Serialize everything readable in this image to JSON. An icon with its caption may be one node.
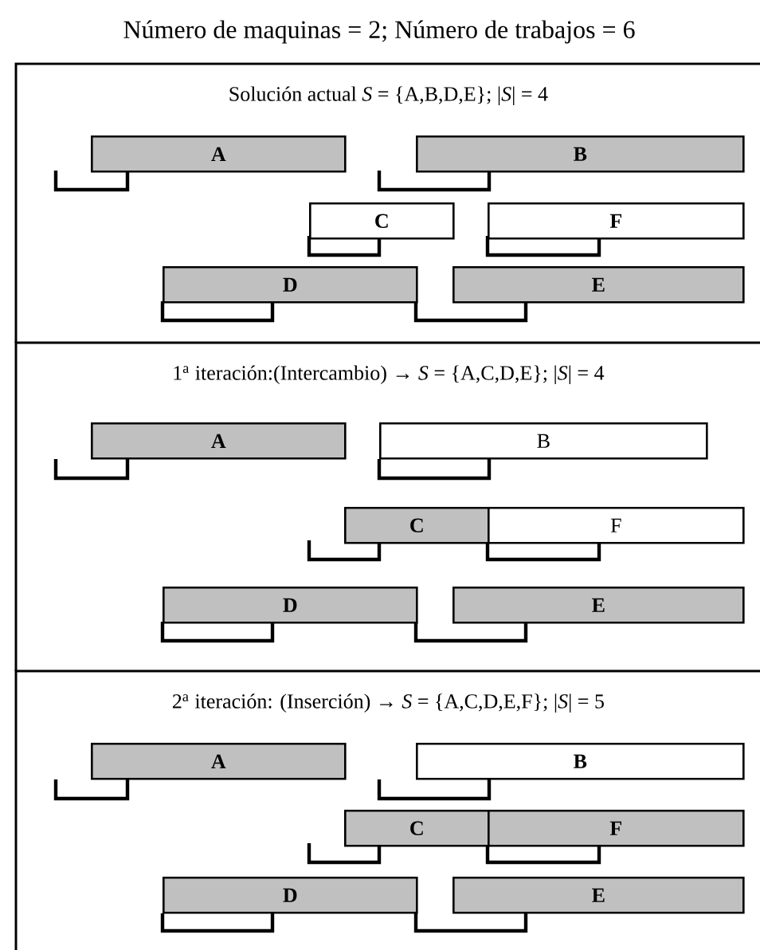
{
  "diagram": {
    "title": "Número de maquinas = 2;  Número de trabajos = 6",
    "nodes": [
      {
        "text": [
          "Solución actual *S* = {A,B,D,E}; |*S*| = 4"
        ]
      },
      {
        "text": [
          "A"
        ],
        "in": 0
      },
      {
        "text": [
          "B"
        ],
        "in": 0
      },
      {
        "text": [
          "C"
        ],
        "in": 0
      },
      {
        "text": [
          "F"
        ],
        "in": 0
      },
      {
        "text": [
          "D"
        ],
        "in": 0
      },
      {
        "text": [
          "E"
        ],
        "in": 0
      },
      {
        "text": [
          "1$^{a}$ iteración:(Intercambio) → *S* = {A,C,D,E}; |*S*| = 4"
        ]
      },
      {
        "text": [
          "A"
        ],
        "in": 7
      },
      {
        "text": [
          "B"
        ],
        "in": 7
      },
      {
        "text": [
          "C"
        ],
        "in": 7
      },
      {
        "text": [
          "F"
        ],
        "in": 7
      },
      {
        "text": [
          "D"
        ],
        "in": 7
      },
      {
        "text": [
          "E"
        ],
        "in": 7
      },
      {
        "text": [
          "2$^{a}$ iteración: (Inserción) → *S* = {A,C,D,E,F}; |*S*| = 5"
        ]
      },
      {
        "text": [
          "A"
        ],
        "in": 14
      },
      {
        "text": [
          "B"
        ],
        "in": 14
      },
      {
        "text": [
          "C"
        ],
        "in": 14
      },
      {
        "text": [
          "F"
        ],
        "in": 14
      },
      {
        "text": [
          "D"
        ],
        "in": 14
      },
      {
        "text": [
          "E"
        ],
        "in": 14
      }
    ]
  }
}
